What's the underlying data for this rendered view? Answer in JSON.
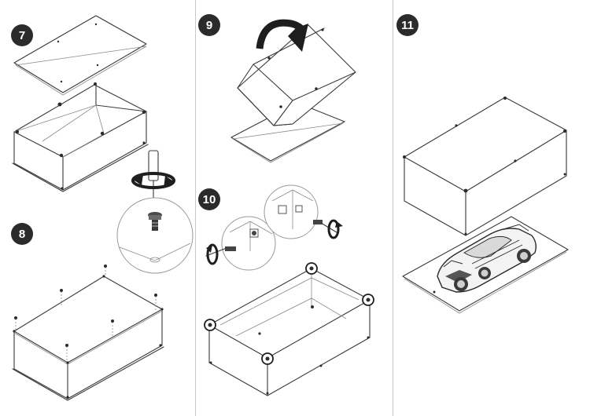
{
  "steps": [
    {
      "number": "7",
      "action": "place-top-panel"
    },
    {
      "number": "8",
      "action": "insert-corner-screws"
    },
    {
      "number": "9",
      "action": "flip-box-onto-base"
    },
    {
      "number": "10",
      "action": "tighten-corner-screws"
    },
    {
      "number": "11",
      "action": "cover-model-with-case"
    }
  ],
  "colors": {
    "ink": "#2b2b2b",
    "line": "#3a3a3a",
    "divider": "#c8c8c8",
    "background": "#ffffff"
  },
  "icons": [
    "rotate-arrow-icon",
    "screwdriver-icon",
    "screw-icon",
    "curved-arrow-icon",
    "sports-car-model"
  ]
}
